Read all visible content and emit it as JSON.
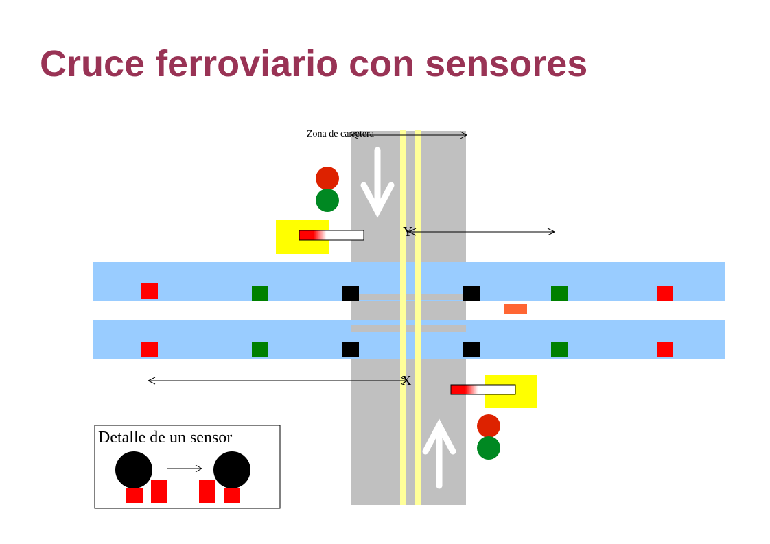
{
  "title": "Cruce ferroviario con sensores",
  "labels": {
    "zone": "Zona de carretera",
    "y": "Y",
    "x": "X",
    "detail": "Detalle de un sensor"
  },
  "colors": {
    "title": "#993355",
    "road": "#c0c0c0",
    "road_line": "#ffff99",
    "track": "#99ccff",
    "sensor_red": "#ff0000",
    "sensor_green": "#008000",
    "sensor_black": "#000000",
    "barrier_box": "#ffff00",
    "light_red": "#dd2200",
    "light_green": "#008822",
    "marker_orange": "#ff6633"
  },
  "icons": {
    "arrow_down": "down-arrow-icon",
    "arrow_up": "up-arrow-icon"
  }
}
